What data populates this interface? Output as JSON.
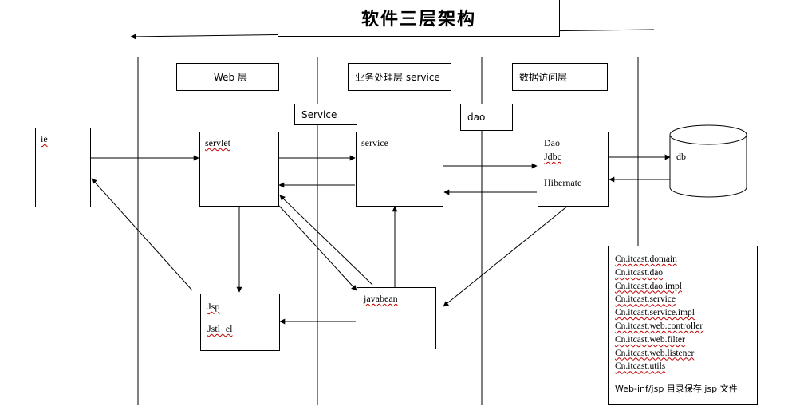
{
  "title": "软件三层架构",
  "layers": {
    "web": "Web 层",
    "service": "业务处理层 service",
    "dao": "数据访问层"
  },
  "interfaces": {
    "service": "Service",
    "dao": "dao"
  },
  "nodes": {
    "ie": "ie",
    "servlet": "servlet",
    "service": "service",
    "dao_lines": [
      "Dao",
      "Jdbc",
      "Hibernate"
    ],
    "jsp_lines": [
      "Jsp",
      "Jstl+el"
    ],
    "javabean": "javabean",
    "db": "db"
  },
  "packages": [
    "Cn.itcast.domain",
    "Cn.itcast.dao",
    "Cn.itcast.dao.impl",
    "Cn.itcast.service",
    "Cn.itcast.service.impl",
    "Cn.itcast.web.controller",
    "Cn.itcast.web.filter",
    "Cn.itcast.web.listener",
    "Cn.itcast.utils"
  ],
  "packages_note": "Web-inf/jsp 目录保存 jsp 文件"
}
